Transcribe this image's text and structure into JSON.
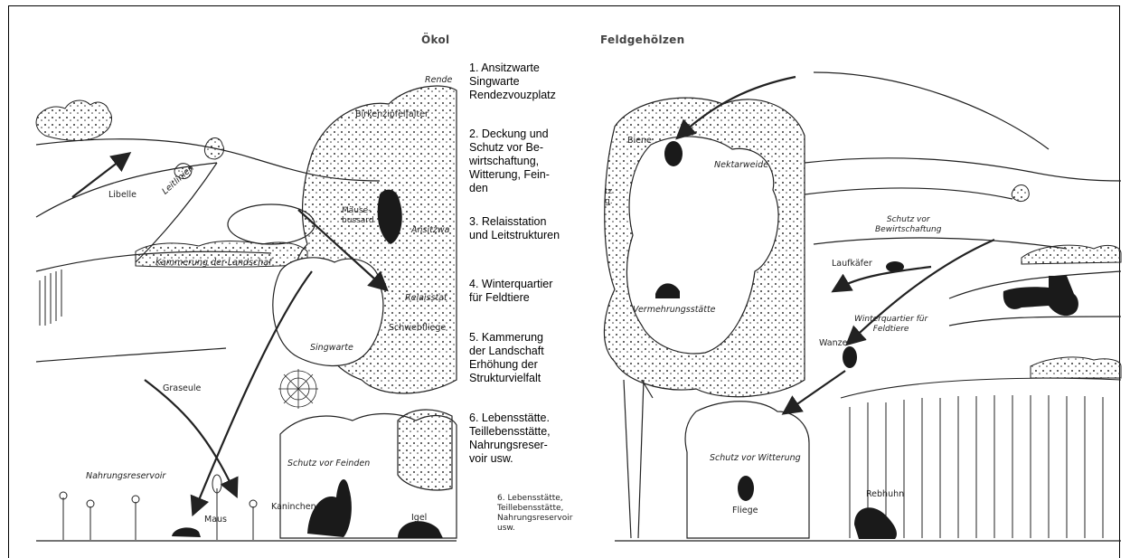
{
  "title": {
    "part_left": "Ökol",
    "part_right": "Feldgehölzen"
  },
  "legend": [
    "1. Ansitzwarte\nSingwarte\nRendezvouzplatz",
    "2. Deckung und\nSchutz vor Be-\nwirtschaftung,\nWitterung, Fein-\nden",
    "3. Relaisstation\nund Leitstrukturen",
    "4. Winterquartier\nfür Feldtiere",
    "5. Kammerung\nder Landschaft\nErhöhung der\nStrukturvielfalt",
    "6. Lebensstätte.\nTeillebensstätte,\nNahrungsreser-\nvoir usw."
  ],
  "left_labels": {
    "rende": "Rende",
    "birkenzipfelfalter": "Birkenzipfelfalter",
    "libelle": "Libelle",
    "leitlinien": "Leitlinien",
    "maeusebussard": "Mäuse-\nbussard",
    "ansitzwa": "Ansitzwa",
    "kammerung": "Kammerung der Landschaf",
    "relaisstat": "Relaisstat",
    "schwebfliege": "Schwebfliege",
    "singwarte": "Singwarte",
    "graseule": "Graseule",
    "nahrungsreservoir": "Nahrungsreservoir",
    "schutz_feinden": "Schutz vor Feinden",
    "kaninchen": "Kaninchen",
    "igel": "Igel",
    "maus": "Maus",
    "fragment_tz": "tz\ng.",
    "lebensstaette_small": "6. Lebensstätte,\nTeillebensstätte,\nNahrungsreservoir\nusw."
  },
  "right_labels": {
    "biene": "Biene",
    "nektarweide": "Nektarweide",
    "schutz_bewirtschaftung": "Schutz vor\nBewirtschaftung",
    "laufkaefer": "Laufkäfer",
    "vermehrungsstaette": "Vermehrungsstätte",
    "winterquartier": "Winterquartier für\nFeldtiere",
    "wanze": "Wanze",
    "schutz_witterung": "Schutz vor Witterung",
    "fliege": "Fliege",
    "rebhuhn": "Rebhuhn"
  }
}
